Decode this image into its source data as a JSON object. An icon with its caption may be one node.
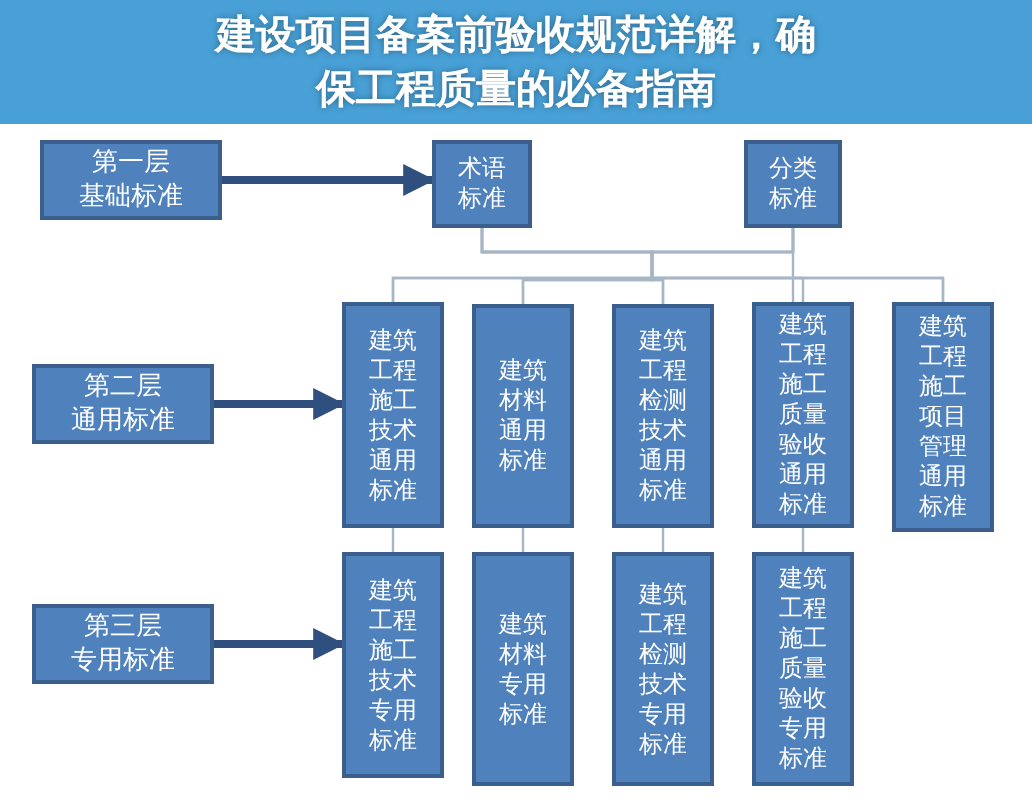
{
  "diagram": {
    "title": "建设项目备案前验收规范详解，确保工程质量的必备指南",
    "nodes": [
      {
        "text": [
          "第一层",
          "基础标准"
        ]
      },
      {
        "text": [
          "术语标准"
        ]
      },
      {
        "text": [
          "分类标准"
        ]
      },
      {
        "text": [
          "第二层",
          "通用标准"
        ]
      },
      {
        "text": [
          "建筑工程施工技术通用标准"
        ]
      },
      {
        "text": [
          "建筑材料通用标准"
        ]
      },
      {
        "text": [
          "建筑工程检测技术通用标准"
        ]
      },
      {
        "text": [
          "建筑工程施工质量验收通用标准"
        ]
      },
      {
        "text": [
          "建筑工程施工项目管理通用标准"
        ]
      },
      {
        "text": [
          "第三层",
          "专用标准"
        ]
      },
      {
        "text": [
          "建筑工程施工技术专用标准"
        ]
      },
      {
        "text": [
          "建筑材料专用标准"
        ]
      },
      {
        "text": [
          "建筑工程检测技术专用标准"
        ]
      },
      {
        "text": [
          "建筑工程施工质量验收专用标准"
        ]
      }
    ],
    "edges": [
      {
        "from": 0,
        "to": 1,
        "arrow": "to",
        "style": "thick",
        "color": "#2f4f7f"
      },
      {
        "from": 1,
        "to": 4,
        "arrow": "none"
      },
      {
        "from": 1,
        "to": 5,
        "arrow": "none"
      },
      {
        "from": 1,
        "to": 6,
        "arrow": "none"
      },
      {
        "from": 1,
        "to": 7,
        "arrow": "none"
      },
      {
        "from": 1,
        "to": 8,
        "arrow": "none"
      },
      {
        "from": 2,
        "to": 4,
        "arrow": "none"
      },
      {
        "from": 2,
        "to": 5,
        "arrow": "none"
      },
      {
        "from": 2,
        "to": 6,
        "arrow": "none"
      },
      {
        "from": 2,
        "to": 7,
        "arrow": "none"
      },
      {
        "from": 2,
        "to": 8,
        "arrow": "none"
      },
      {
        "from": 3,
        "to": 4,
        "arrow": "to",
        "style": "thick",
        "color": "#2f4f7f"
      },
      {
        "from": 4,
        "to": 10,
        "arrow": "none"
      },
      {
        "from": 5,
        "to": 11,
        "arrow": "none"
      },
      {
        "from": 6,
        "to": 12,
        "arrow": "none"
      },
      {
        "from": 7,
        "to": 13,
        "arrow": "none"
      },
      {
        "from": 9,
        "to": 10,
        "arrow": "to",
        "style": "thick",
        "color": "#2f4f7f"
      }
    ]
  }
}
